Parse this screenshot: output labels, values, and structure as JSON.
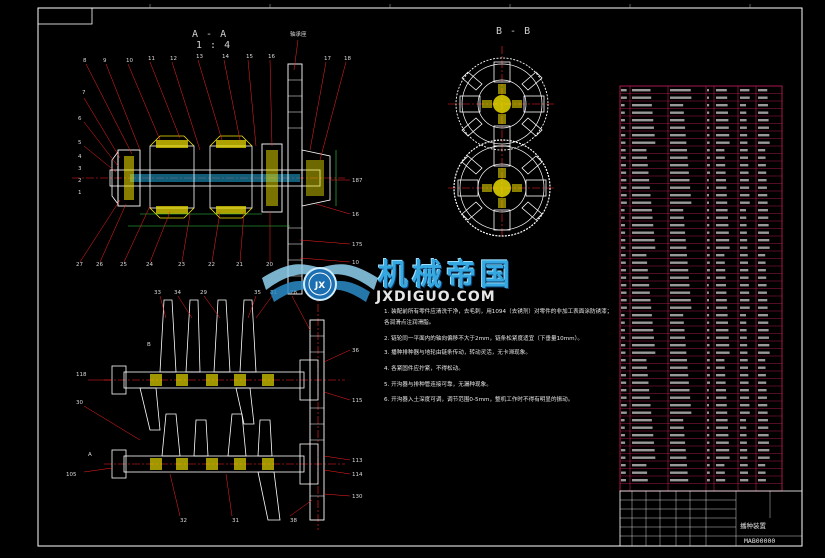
{
  "drawing": {
    "view_aa_label": "A - A",
    "view_aa_scale": "1 : 4",
    "view_bb_label": "B - B",
    "drawing_title": "播种装置",
    "drawing_number": "MAB00000"
  },
  "watermark": {
    "brand_cn": "机械帝国",
    "brand_en": "JXDIGUO.COM",
    "logo_letters": "JX"
  },
  "notes": [
    "1. 装配前所有零件应清洗干净，去毛刺，用1094（去锈剂）对零件的非加工表面涂防锈漆；",
    "   各润滑点注润滑脂。",
    "2. 链轮同一平面内的轴向偏移不大于2mm，链条松紧度适宜（下垂量10mm）。",
    "3. 播种排种器与地轮由链条传动，转动灵活，无卡滞现象。",
    "4. 各紧固件应拧紧，不得松动。",
    "5. 开沟器与排种管连接可靠，无漏种现象。",
    "6. 开沟器入土深度可调，调节范围0-5mm，整机工作时不得有明显的振动。"
  ],
  "colors": {
    "background": "#000000",
    "frame": "#ffffff",
    "part_outline": "#ffffff",
    "leader_lines": "#ff2020",
    "center_lines": "#ff2020",
    "hatch_yellow": "#f5e600",
    "dimension_green": "#36d04a",
    "bom_lines": "#d02060",
    "watermark_blue": "#35a8e0"
  }
}
